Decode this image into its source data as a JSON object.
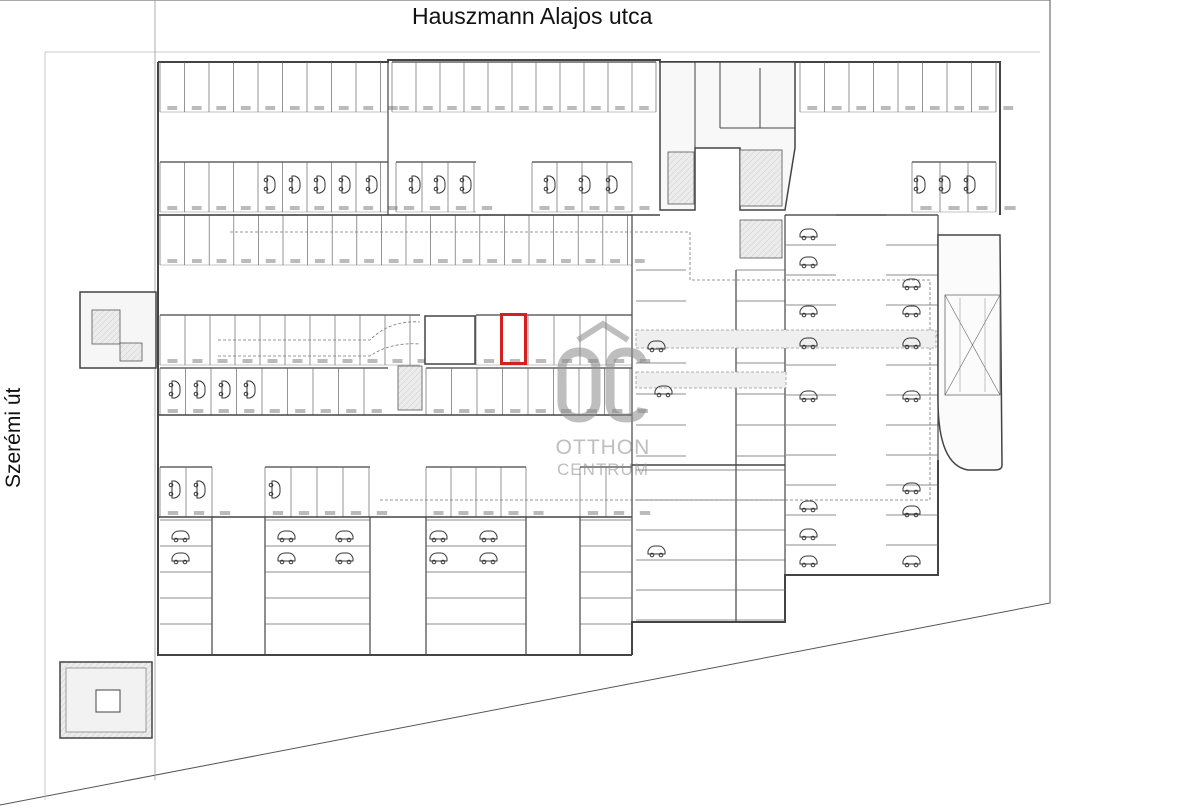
{
  "streets": {
    "top": "Hauszmann Alajos utca",
    "left": "Szerémi út"
  },
  "watermark": {
    "logo": "OC",
    "line1": "OTTHON",
    "line2": "CENTRUM",
    "color": "#8a8a8a"
  },
  "highlight": {
    "color": "#d32020"
  },
  "icons": {
    "car": "electric-car-icon",
    "stairs": "staircase-icon",
    "accessible": "accessible-parking-icon"
  }
}
